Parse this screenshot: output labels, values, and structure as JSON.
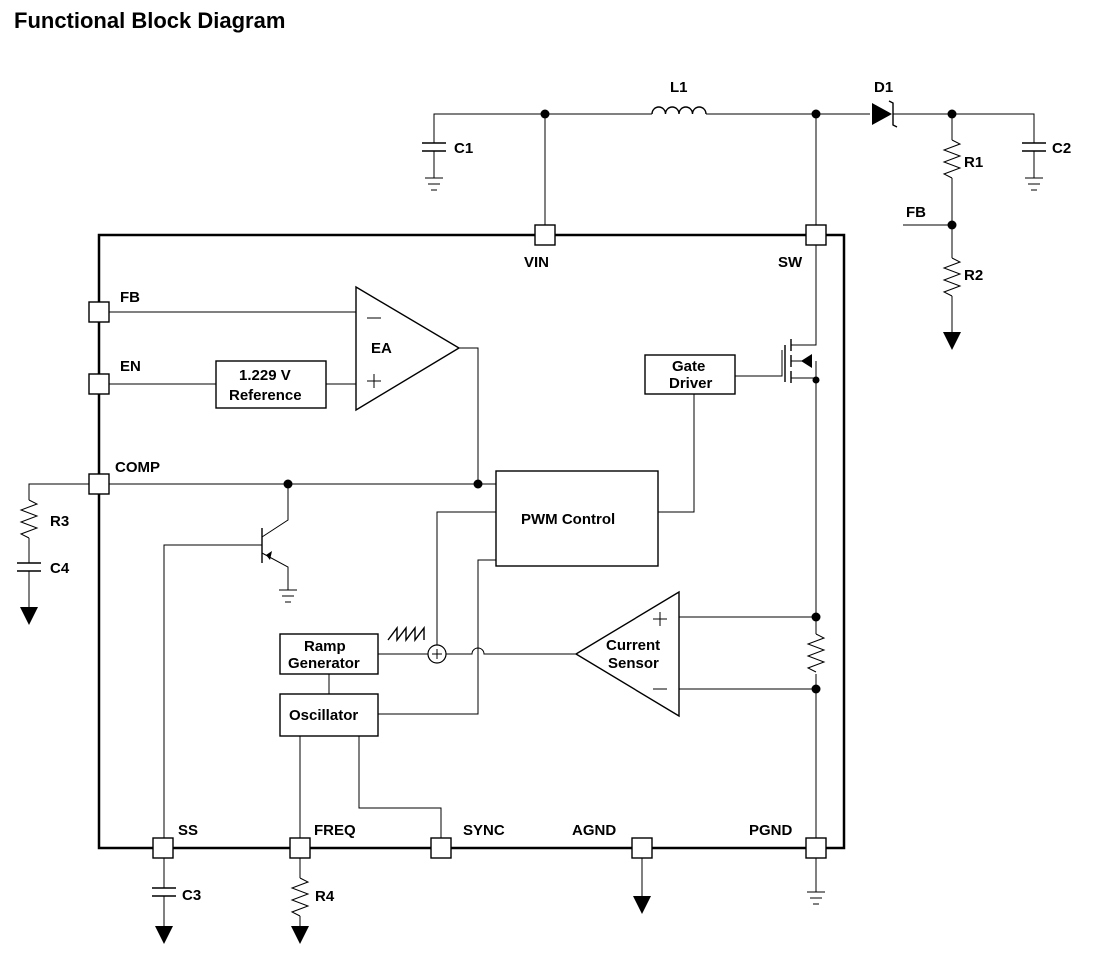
{
  "title": "Functional Block Diagram",
  "components": {
    "L1": "L1",
    "D1": "D1",
    "C1": "C1",
    "C2": "C2",
    "C3": "C3",
    "C4": "C4",
    "R1": "R1",
    "R2": "R2",
    "R3": "R3",
    "R4": "R4",
    "FB_external": "FB"
  },
  "pins": {
    "VIN": "VIN",
    "SW": "SW",
    "FB": "FB",
    "EN": "EN",
    "COMP": "COMP",
    "SS": "SS",
    "FREQ": "FREQ",
    "SYNC": "SYNC",
    "AGND": "AGND",
    "PGND": "PGND"
  },
  "blocks": {
    "ea": "EA",
    "reference_line1": "1.229 V",
    "reference_line2": "Reference",
    "gate_driver_line1": "Gate",
    "gate_driver_line2": "Driver",
    "pwm_control": "PWM Control",
    "ramp_line1": "Ramp",
    "ramp_line2": "Generator",
    "oscillator": "Oscillator",
    "current_sensor_line1": "Current",
    "current_sensor_line2": "Sensor"
  }
}
